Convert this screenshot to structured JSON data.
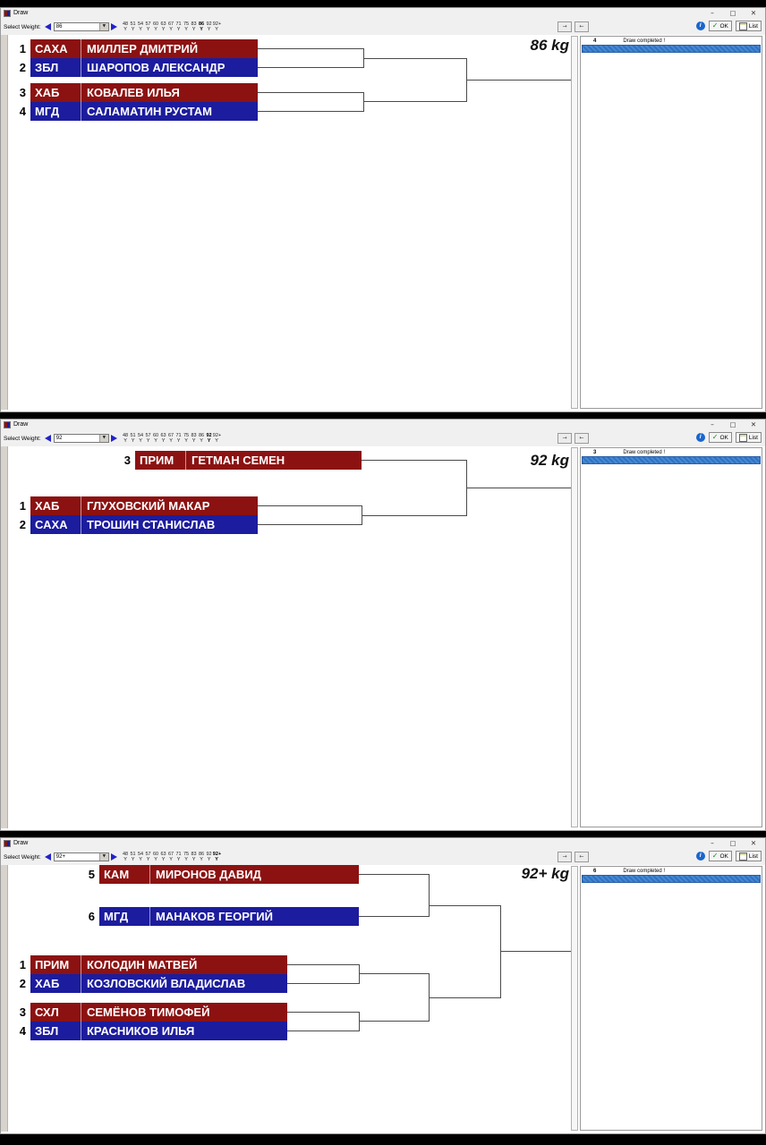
{
  "app": {
    "title": "Draw",
    "window_controls": {
      "minimize": "–",
      "maximize": "▢",
      "close": "✕"
    }
  },
  "toolbar": {
    "select_weight_label": "Select Weight:",
    "weights": [
      "48",
      "51",
      "54",
      "57",
      "60",
      "63",
      "67",
      "71",
      "75",
      "83",
      "86",
      "92",
      "92+"
    ],
    "weight_flag": "Y",
    "combo_arrow": "▼",
    "nav_next": "→",
    "nav_prev": "←",
    "info_glyph": "i",
    "ok_check": "✓",
    "ok_label": "OK",
    "list_label": "List"
  },
  "colors": {
    "red": "#8c1212",
    "blue": "#1c1c9e",
    "panel_bar_blue": "#2f74c6"
  },
  "windows": [
    {
      "selected_weight": "86",
      "weight_title": "86 kg",
      "panel": {
        "count": "4",
        "status": "Draw completed !"
      },
      "entries": [
        {
          "num": "1",
          "club": "САХА",
          "name": "МИЛЛЕР ДМИТРИЙ",
          "color": "red"
        },
        {
          "num": "2",
          "club": "ЗБЛ",
          "name": "ШАРОПОВ АЛЕКСАНДР",
          "color": "blue"
        },
        {
          "num": "3",
          "club": "ХАБ",
          "name": "КОВАЛЕВ ИЛЬЯ",
          "color": "red"
        },
        {
          "num": "4",
          "club": "МГД",
          "name": "САЛАМАТИН РУСТАМ",
          "color": "blue"
        }
      ]
    },
    {
      "selected_weight": "92",
      "weight_title": "92 kg",
      "panel": {
        "count": "3",
        "status": "Draw completed !"
      },
      "entries": [
        {
          "num": "3",
          "club": "ПРИМ",
          "name": "ГЕТМАН СЕМЕН",
          "color": "red"
        },
        {
          "num": "1",
          "club": "ХАБ",
          "name": "ГЛУХОВСКИЙ МАКАР",
          "color": "red"
        },
        {
          "num": "2",
          "club": "САХА",
          "name": "ТРОШИН СТАНИСЛАВ",
          "color": "blue"
        }
      ]
    },
    {
      "selected_weight": "92+",
      "weight_title": "92+ kg",
      "panel": {
        "count": "6",
        "status": "Draw completed !"
      },
      "entries": [
        {
          "num": "5",
          "club": "КАМ",
          "name": "МИРОНОВ ДАВИД",
          "color": "red"
        },
        {
          "num": "6",
          "club": "МГД",
          "name": "МАНАКОВ ГЕОРГИЙ",
          "color": "blue"
        },
        {
          "num": "1",
          "club": "ПРИМ",
          "name": "КОЛОДИН МАТВЕЙ",
          "color": "red"
        },
        {
          "num": "2",
          "club": "ХАБ",
          "name": "КОЗЛОВСКИЙ ВЛАДИСЛАВ",
          "color": "blue"
        },
        {
          "num": "3",
          "club": "СХЛ",
          "name": "СЕМЁНОВ ТИМОФЕЙ",
          "color": "red"
        },
        {
          "num": "4",
          "club": "ЗБЛ",
          "name": "КРАСНИКОВ ИЛЬЯ",
          "color": "blue"
        }
      ]
    }
  ]
}
